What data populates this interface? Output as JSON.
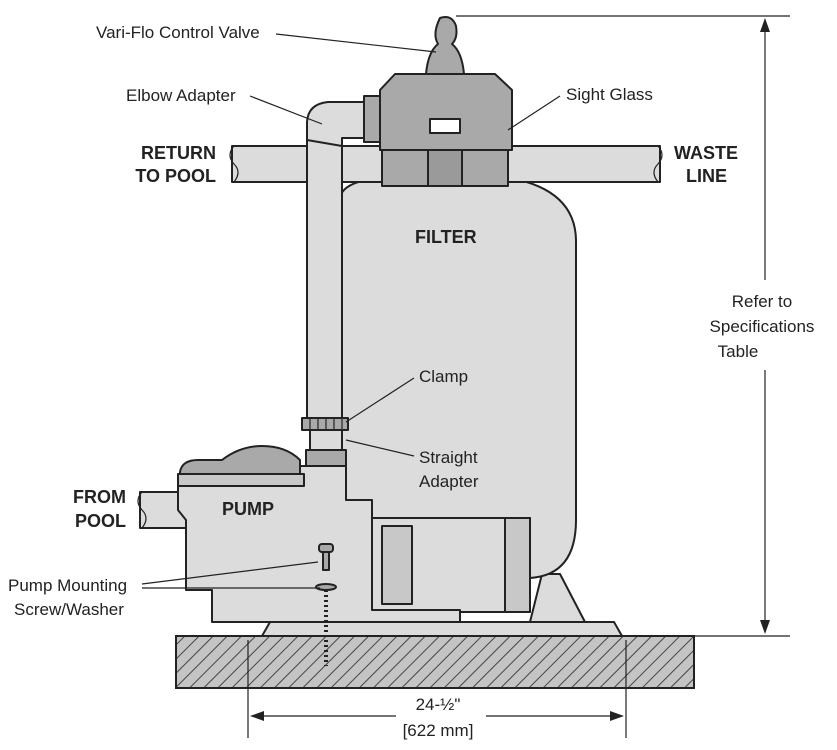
{
  "labels": {
    "vari_flo": "Vari-Flo Control Valve",
    "elbow": "Elbow Adapter",
    "sight_glass": "Sight Glass",
    "return_1": "RETURN",
    "return_2": "TO POOL",
    "waste_1": "WASTE",
    "waste_2": "LINE",
    "filter": "FILTER",
    "refer_1": "Refer to",
    "refer_2": "Specifications",
    "refer_3": "Table",
    "clamp": "Clamp",
    "straight_1": "Straight",
    "straight_2": "Adapter",
    "from_1": "FROM",
    "from_2": "POOL",
    "pump": "PUMP",
    "screw_1": "Pump Mounting",
    "screw_2": "Screw/Washer",
    "dim_1": "24-½\"",
    "dim_2": "[622 mm]"
  },
  "colors": {
    "part_fill": "#dcdcdc",
    "part_dark": "#a9a9a9",
    "line": "#222222",
    "base_fill": "#bdbdbd"
  }
}
